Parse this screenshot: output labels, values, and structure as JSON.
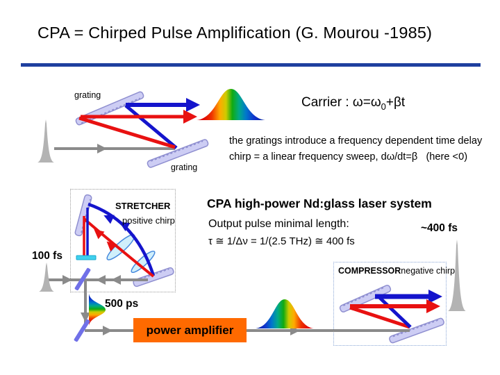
{
  "slide": {
    "title": "CPA = Chirped Pulse Amplification (G. Mourou -1985)"
  },
  "top_diagram": {
    "grating_top": "grating",
    "grating_bottom": "grating",
    "carrier": {
      "prefix": "Carrier : ",
      "omega": "ω=ω",
      "sub": "0",
      "tail": "+βt"
    },
    "note_line1": "the gratings introduce a frequency dependent time delay",
    "note_line2": "chirp = a linear frequency sweep, dω/dt=β   (here <0)"
  },
  "system": {
    "heading": "CPA high-power Nd:glass laser system",
    "output_line1": "Output pulse minimal length:",
    "output_line2": "τ ≅ 1/Δν = 1/(2.5 THz) ≅ 400 fs",
    "input_duration": "100 fs",
    "stretched_duration": "500 ps",
    "output_duration": "~400 fs",
    "amplifier_label": "power amplifier",
    "stretcher": {
      "title": "STRETCHER",
      "subtitle": "positive chirp"
    },
    "compressor": {
      "title": "COMPRESSOR",
      "subtitle": "negative chirp"
    }
  },
  "colors": {
    "rule": "#1e3f9f",
    "beam_red": "#e81111",
    "beam_blue": "#1414cc",
    "beam_gray": "#8a8a8a",
    "amplifier_bg": "#ff6a00",
    "grating_fill": "#cdcdf4",
    "grating_edge": "#8f8fd0",
    "mirror_purple": "#7070e8",
    "mirror_cyan": "#3fd0ee"
  }
}
